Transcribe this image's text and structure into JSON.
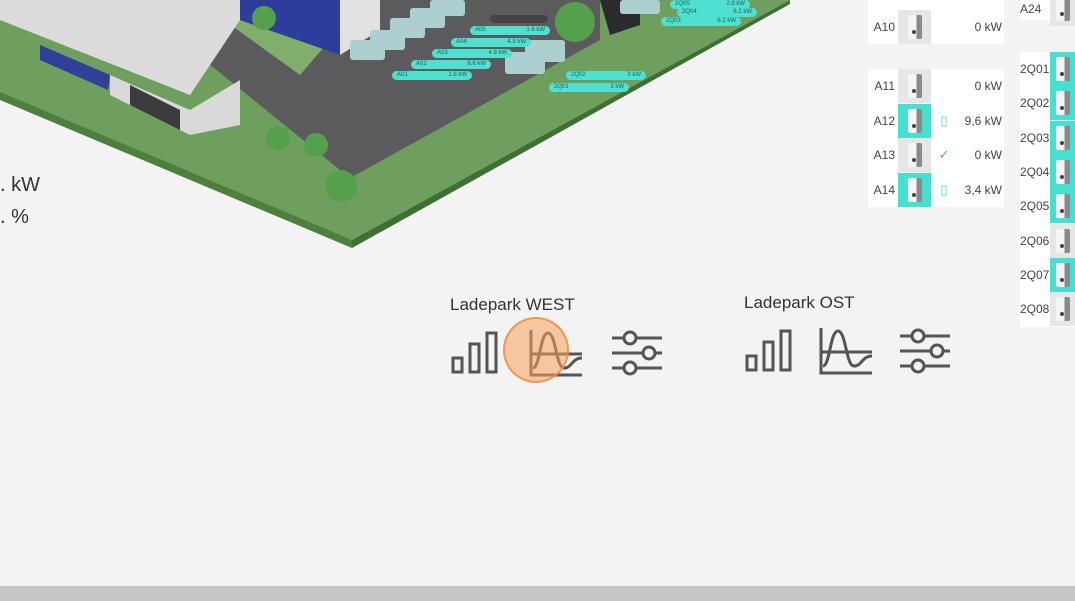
{
  "map": {
    "labels": [
      {
        "id": "A05",
        "kw": "1.6 kW"
      },
      {
        "id": "A04",
        "kw": "4.9 kW"
      },
      {
        "id": "A03",
        "kw": "4.9 kW"
      },
      {
        "id": "A02",
        "kw": "6.6 kW"
      },
      {
        "id": "A01",
        "kw": "1.6 kW"
      },
      {
        "id": "2Q02",
        "kw": "3 kW"
      },
      {
        "id": "2Q01",
        "kw": "3 kW"
      },
      {
        "id": "2Q05",
        "kw": "2.8 kW"
      },
      {
        "id": "2Q04",
        "kw": "6.2 kW"
      },
      {
        "id": "2Q03",
        "kw": "6.2 kW"
      }
    ]
  },
  "left": {
    "power": ". kW",
    "percent": ". %"
  },
  "chargers_a": [
    {
      "id": "A10",
      "kw": "0 kW"
    },
    {
      "id": "A11",
      "kw": "0 kW",
      "active": false
    },
    {
      "id": "A12",
      "kw": "9,6 kW",
      "active": true,
      "status": "charging"
    },
    {
      "id": "A13",
      "kw": "0 kW",
      "active": false,
      "status": "charged"
    },
    {
      "id": "A14",
      "kw": "3,4 kW",
      "active": true,
      "status": "charging"
    }
  ],
  "chargers_q": [
    {
      "id": "A24"
    },
    {
      "id": "2Q01"
    },
    {
      "id": "2Q02"
    },
    {
      "id": "2Q03"
    },
    {
      "id": "2Q04"
    },
    {
      "id": "2Q05"
    },
    {
      "id": "2Q06"
    },
    {
      "id": "2Q07"
    },
    {
      "id": "2Q08"
    }
  ],
  "parks": {
    "west": "Ladepark WEST",
    "ost": "Ladepark OST"
  },
  "colors": {
    "accent": "#46e0cf",
    "icon": "#555555",
    "charged": "#3cc84a"
  }
}
